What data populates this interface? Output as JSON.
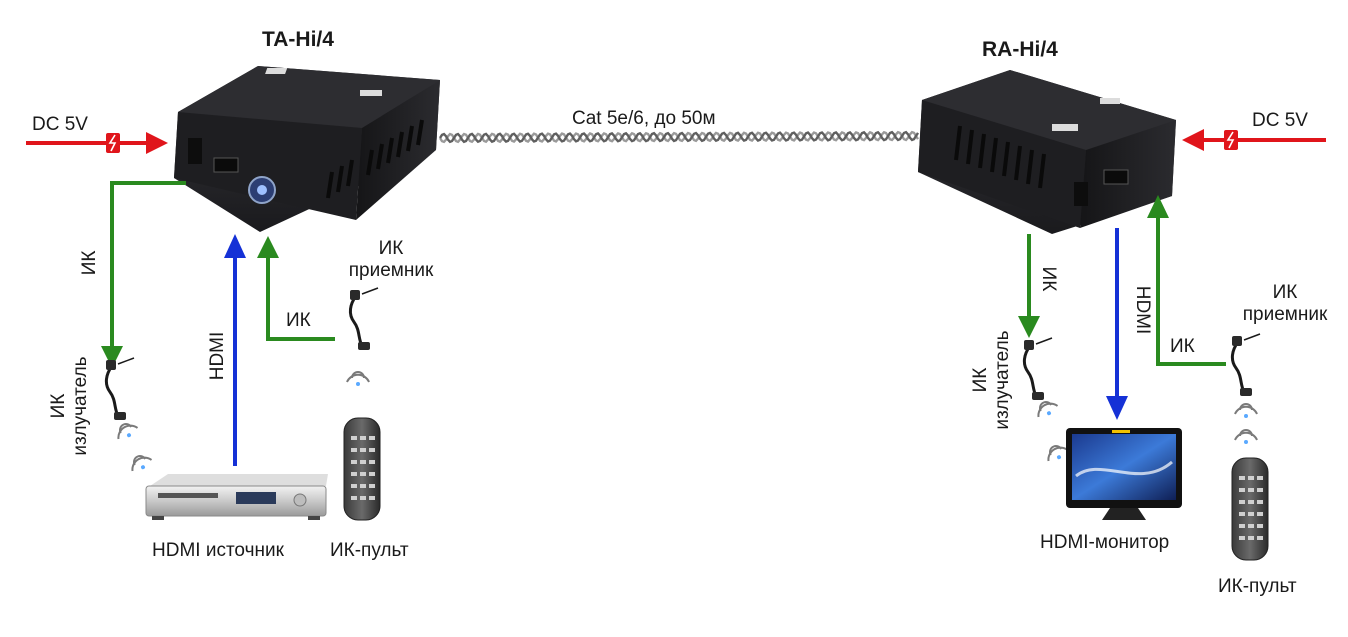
{
  "devices": {
    "transmitter": {
      "name": "TA-Hi/4"
    },
    "receiver": {
      "name": "RA-Hi/4"
    }
  },
  "cable": {
    "label": "Cat 5e/6, до 50м"
  },
  "power": {
    "left_label": "DC 5V",
    "right_label": "DC 5V"
  },
  "left": {
    "ir_line_label": "ИК",
    "ir_emitter_label": "ИК\nизлучатель",
    "hdmi_label": "HDMI",
    "ir_link_label": "ИК",
    "ir_receiver_label": "ИК\nприемник",
    "source_label": "HDMI источник",
    "remote_label": "ИК-пульт"
  },
  "right": {
    "ir_line_label": "ИК",
    "ir_emitter_label": "ИК\nизлучатель",
    "hdmi_label": "HDMI",
    "ir_link_label": "ИК",
    "ir_receiver_label": "ИК\nприемник",
    "monitor_label": "HDMI-монитор",
    "remote_label": "ИК-пульт"
  },
  "colors": {
    "power": "#e0151b",
    "ir": "#2a8a1f",
    "hdmi": "#1531d6",
    "device_body": "#1c1c1f",
    "cable": "#9a9a9a"
  }
}
